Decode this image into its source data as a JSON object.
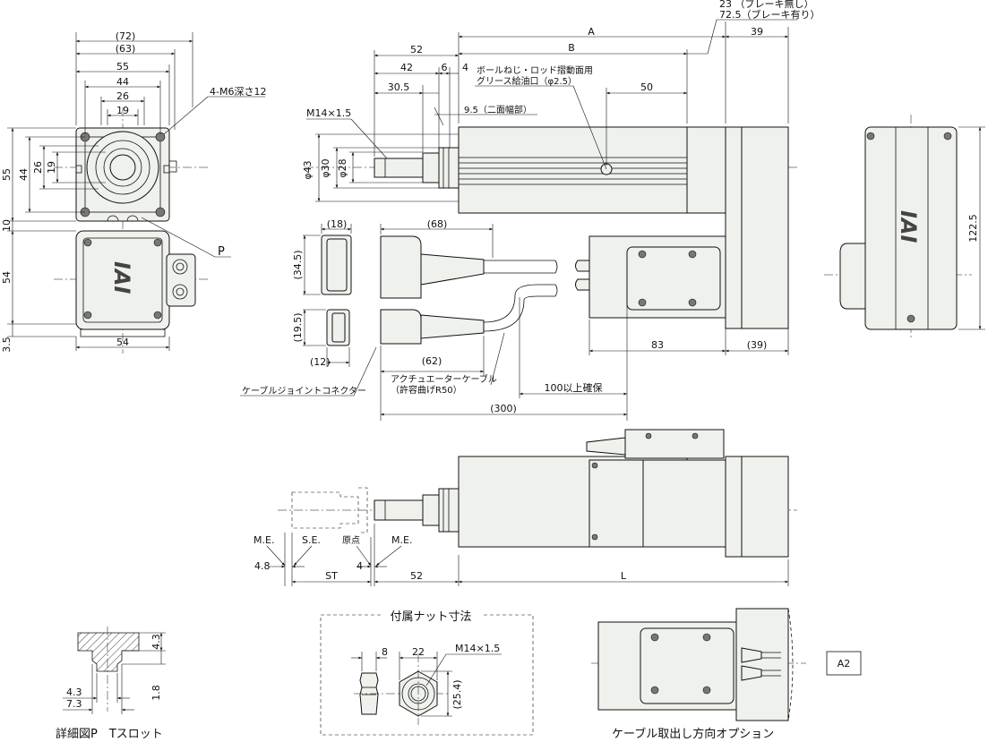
{
  "front_view": {
    "dims_top": [
      "(72)",
      "(63)",
      "55",
      "44",
      "26",
      "19"
    ],
    "dims_left": [
      "55",
      "44",
      "26",
      "19",
      "10",
      "54",
      "3.5"
    ],
    "dim_bottom": "54",
    "callout_tap": "4-M6深さ12",
    "callout_p": "P",
    "logo": "IAI"
  },
  "side_view": {
    "dim_a": "A",
    "dim_b": "B",
    "dim_39": "39",
    "brake_none": "23 （ブレーキ無し）",
    "brake_with": "72.5（ブレーキ有り）",
    "dim_52": "52",
    "dim_42": "42",
    "dim_6": "6",
    "dim_4": "4",
    "dim_30_5": "30.5",
    "dim_50": "50",
    "grease_line1": "ボールねじ・ロッド摺動面用",
    "grease_line2": "グリース給油口（φ2.5）",
    "width_across": "9.5（二面幅部）",
    "rod_thread": "M14×1.5",
    "dia_43": "φ43",
    "dia_30": "φ30",
    "dia_28": "φ28",
    "dim_68": "(68)",
    "dim_18": "(18)",
    "dim_34_5": "(34.5)",
    "dim_19_5": "(19.5)",
    "dim_12": "(12)",
    "dim_62": "(62)",
    "dim_83": "83",
    "dim_39p": "(39)",
    "connector_label": "ケーブルジョイントコネクター",
    "cable_line1": "アクチュエーターケーブル",
    "cable_line2": "（許容曲げR50）",
    "clearance": "100以上確保",
    "dim_300": "(300)"
  },
  "right_view": {
    "dim_122_5": "122.5",
    "logo": "IAI"
  },
  "stroke_view": {
    "me_left": "M.E.",
    "se": "S.E.",
    "origin": "原点",
    "me_right": "M.E.",
    "dim_4_8": "4.8",
    "dim_4": "4",
    "st": "ST",
    "dim_52": "52",
    "l": "L"
  },
  "detail_p": {
    "caption": "詳細図P　Tスロット",
    "dim_4_3a": "4.3",
    "dim_1_8": "1.8",
    "dim_4_3b": "4.3",
    "dim_7_3": "7.3"
  },
  "nut": {
    "title": "付属ナット寸法",
    "dim_8": "8",
    "dim_22": "22",
    "thread": "M14×1.5",
    "dim_25_4": "(25.4)"
  },
  "cable_option": {
    "caption": "ケーブル取出し方向オプション",
    "tag": "A2"
  }
}
